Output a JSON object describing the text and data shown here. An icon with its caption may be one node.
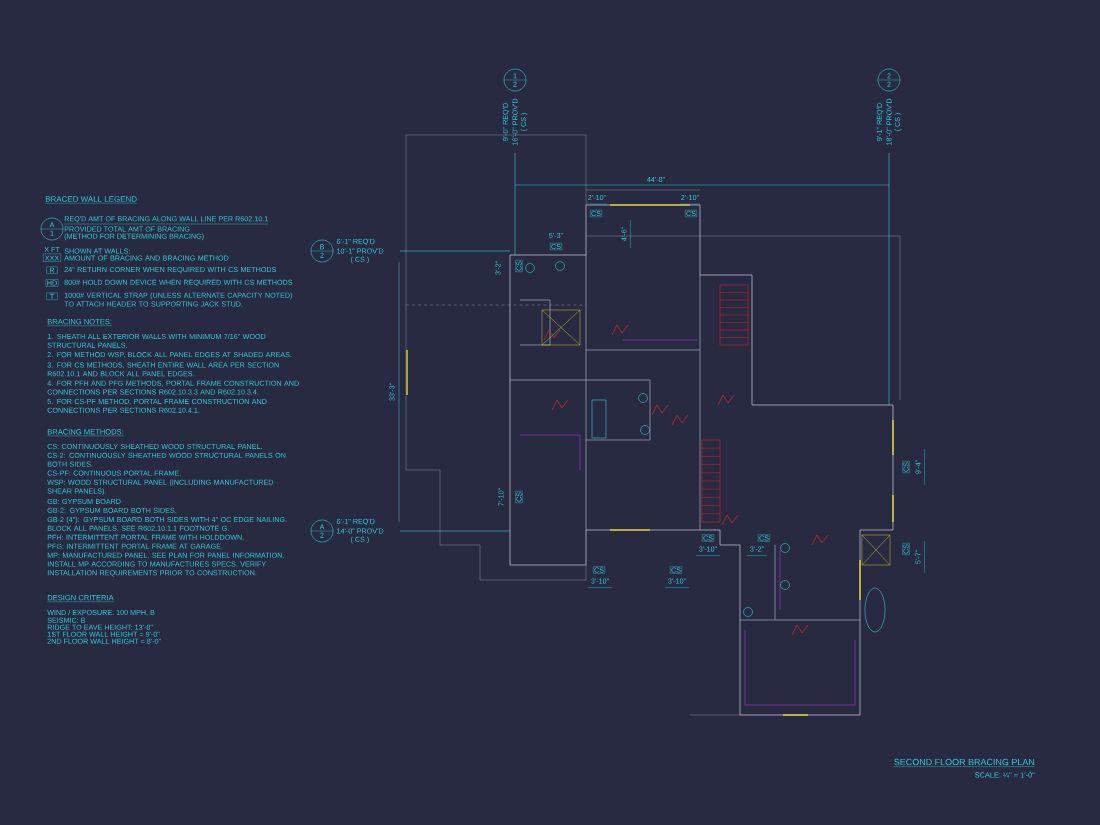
{
  "diagram": {
    "title": "SECOND FLOOR BRACING PLAN",
    "nodes": [
      {
        "text": [
          "A",
          "1"
        ]
      },
      {
        "text": [
          "X FT",
          "XXX"
        ]
      },
      {
        "text": [
          "R"
        ]
      },
      {
        "text": [
          "HD"
        ]
      },
      {
        "text": [
          "T"
        ]
      },
      {
        "text": [
          "1",
          "2"
        ],
        "beside": [
          "9'-0\" REQ'D",
          "16'-0\" PROV'D",
          "( CS )"
        ]
      },
      {
        "text": [
          "2",
          "2"
        ],
        "beside": [
          "9'-1\" REQ'D",
          "18'-0\" PROV'D",
          "( CS )"
        ]
      },
      {
        "text": [
          "B",
          "2"
        ],
        "beside": [
          "6'-1\" REQ'D",
          "10'-1\" PROV'D",
          "( CS )"
        ]
      },
      {
        "text": [
          "A",
          "2"
        ],
        "beside": [
          "6'-1\" REQ'D",
          "14'-0\" PROV'D",
          "( CS )"
        ]
      }
    ],
    "labels": [
      "BRACED WALL LEGEND",
      "REQ'D AMT OF BRACING ALONG WALL LINE PER R602.10.1",
      "PROVIDED TOTAL AMT OF BRACING",
      "(METHOD FOR DETERMINING BRACING)",
      "SHOWN AT WALLS:",
      "AMOUNT OF BRACING AND BRACING METHOD",
      "24\" RETURN CORNER WHEN REQUIRED WITH CS METHODS",
      "800# HOLD DOWN DEVICE WHEN REQUIRED WITH CS METHODS",
      "1000# VERTICAL STRAP (UNLESS ALTERNATE CAPACITY NOTED) TO ATTACH HEADER TO SUPPORTING JACK STUD.",
      "BRACING NOTES:",
      "1. SHEATH ALL EXTERIOR WALLS WITH MINIMUM 7/16\" WOOD STRUCTURAL PANELS.",
      "2. FOR METHOD WSP, BLOCK ALL PANEL EDGES AT SHADED AREAS.",
      "3. FOR CS METHODS, SHEATH ENTIRE WALL AREA PER SECTION R602.10.1 AND BLOCK ALL PANEL EDGES.",
      "4. FOR PFH AND PFG METHODS, PORTAL FRAME CONSTRUCTION AND CONNECTIONS PER SECTIONS R602.10.3.3 AND R602.10.3.4.",
      "5. FOR CS-PF METHOD, PORTAL FRAME CONSTRUCTION AND CONNECTIONS PER SECTIONS R602.10.4.1.",
      "BRACING METHODS:",
      "CS: CONTINUOUSLY SHEATHED WOOD STRUCTURAL PANEL.",
      "CS-2: CONTINUOUSLY SHEATHED WOOD STRUCTURAL PANELS ON BOTH SIDES.",
      "CS-PF: CONTINUOUS PORTAL FRAME.",
      "WSP: WOOD STRUCTURAL PANEL (INCLUDING MANUFACTURED SHEAR PANELS).",
      "GB: GYPSUM BOARD",
      "GB-2: GYPSUM BOARD BOTH SIDES.",
      "GB-2 (4\"): GYPSUM BOARD BOTH SIDES WITH 4\" OC EDGE NAILING. BLOCK ALL PANELS. SEE R602.10.1.1 FOOTNOTE G.",
      "PFH: INTERMITTENT PORTAL FRAME WITH HOLDDOWN.",
      "PFG: INTERMITTENT PORTAL FRAME AT GARAGE.",
      "MP: MANUFACTURED PANEL. SEE PLAN FOR PANEL INFORMATION. INSTALL MP ACCORDING TO MANUFACTURES SPECS. VERIFY INSTALLATION REQUIREMENTS PRIOR TO CONSTRUCTION.",
      "DESIGN CRITERIA",
      "WIND / EXPOSURE: 100 MPH, B",
      "SEISMIC: B",
      "RIDGE TO EAVE HEIGHT: 13'-8\"",
      "1ST FLOOR WALL HEIGHT = 9'-0\"",
      "2ND FLOOR WALL HEIGHT = 8'-0\"",
      "44'-8\"",
      "33'-3\"",
      "2'-10\"",
      "2'-10\"",
      "CS",
      "CS",
      "4'-6\"",
      "5'-3\"",
      "CS",
      "3'-2\"",
      "CS",
      "7'-10\"",
      "CS",
      "CS",
      "9'-4\"",
      "CS",
      "3'-10\"",
      "CS",
      "3'-2\"",
      "CS",
      "3'-10\"",
      "CS",
      "3'-10\"",
      "CS",
      "5'-7\"",
      "SCALE: ¼\" = 1'-0\""
    ]
  }
}
